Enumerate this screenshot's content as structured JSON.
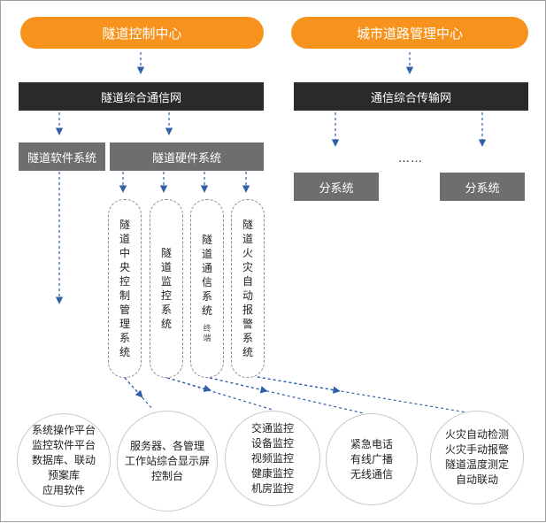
{
  "headers": {
    "tunnel_control_center": "隧道控制中心",
    "city_road_center": "城市道路管理中心"
  },
  "networks": {
    "tunnel_comm": "隧道综合通信网",
    "integrated_transmission": "通信综合传输网"
  },
  "systems": {
    "software": "隧道软件系统",
    "hardware": "隧道硬件系统",
    "subsystem_a": "分系统",
    "subsystem_b": "分系统",
    "ellipsis": "……"
  },
  "hardware_units": [
    {
      "label": "隧道中央控制管理系统"
    },
    {
      "label": "隧道监控系统"
    },
    {
      "label": "隧道通信系统",
      "note": "终端"
    },
    {
      "label": "隧道火灾自动报警系统"
    }
  ],
  "functions": [
    {
      "lines": [
        "系统操作平台",
        "监控软件平台",
        "数据库、联动",
        "预案库",
        "应用软件"
      ]
    },
    {
      "lines": [
        "服务器、各管理",
        "工作站综合显示屏",
        "控制台"
      ]
    },
    {
      "lines": [
        "交通监控",
        "设备监控",
        "视频监控",
        "健康监控",
        "机房监控"
      ]
    },
    {
      "lines": [
        "紧急电话",
        "有线广播",
        "无线通信"
      ]
    },
    {
      "lines": [
        "火灾自动检测",
        "火灾手动报警",
        "隧道温度测定",
        "自动联动"
      ]
    }
  ],
  "colors": {
    "accent": "#f7931d",
    "dark_bar": "#2a2a2a",
    "grey_box": "#6e6e6e",
    "connector": "#2e5fa8"
  }
}
